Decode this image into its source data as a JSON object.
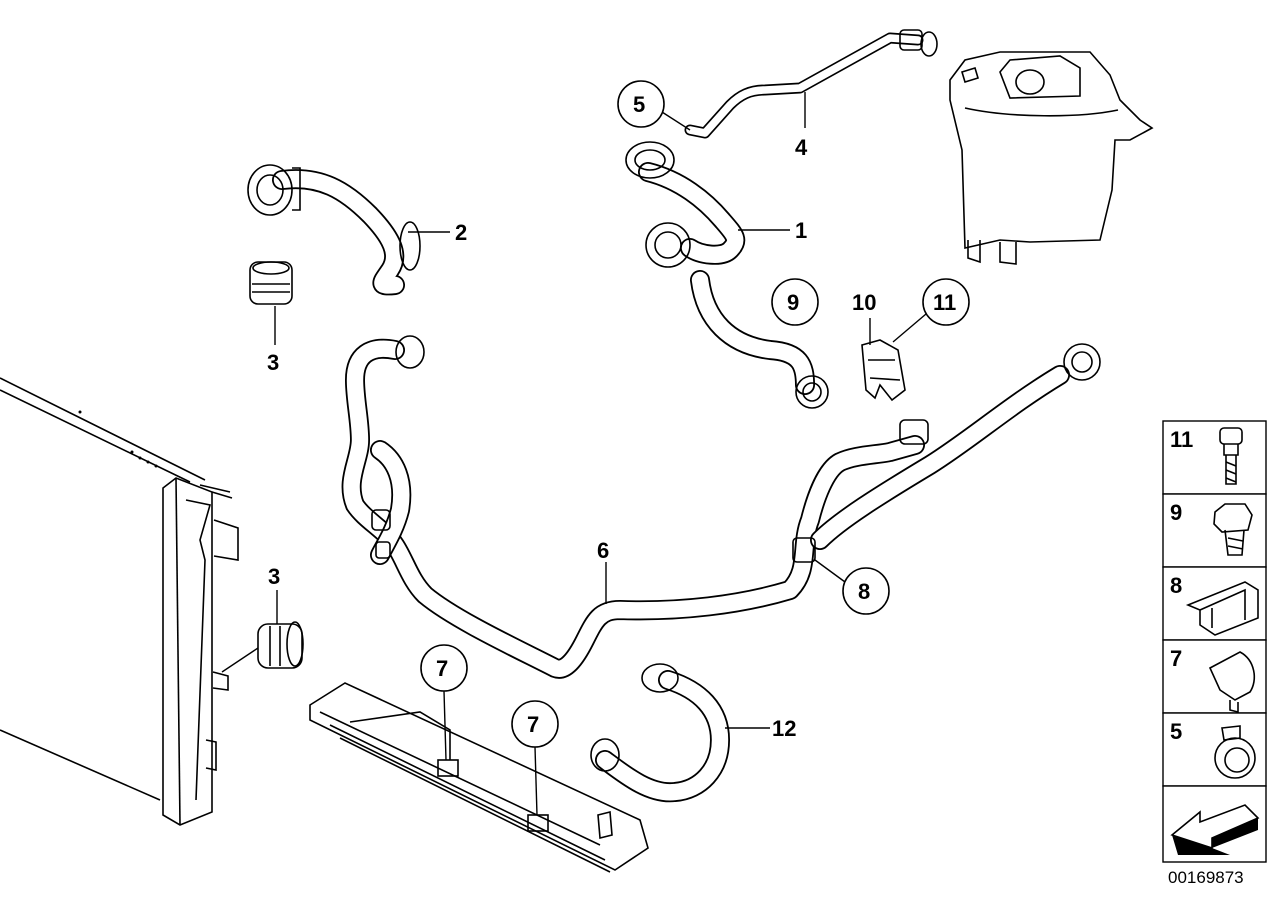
{
  "labels": {
    "p1": "1",
    "p2": "2",
    "p3_top": "3",
    "p3_bottom": "3",
    "p4": "4",
    "p5_circle": "5",
    "p6": "6",
    "p7_circle_a": "7",
    "p7_circle_b": "7",
    "p8_circle": "8",
    "p9_circle": "9",
    "p10": "10",
    "p11_circle": "11",
    "p12": "12"
  },
  "legend": [
    {
      "number": "11",
      "icon": "bolt-icon"
    },
    {
      "number": "9",
      "icon": "hex-bolt-icon"
    },
    {
      "number": "8",
      "icon": "bracket-clip-icon"
    },
    {
      "number": "7",
      "icon": "hose-clip-icon"
    },
    {
      "number": "5",
      "icon": "hose-clamp-icon"
    }
  ],
  "diagram_id": "00169873"
}
